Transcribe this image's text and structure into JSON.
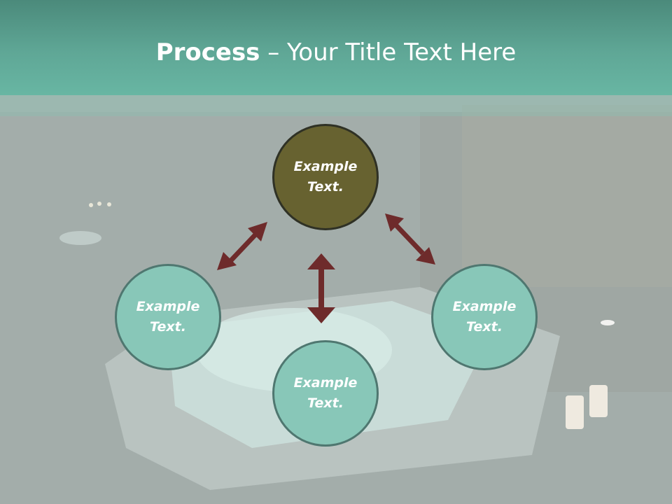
{
  "slide": {
    "title_bold": "Process",
    "title_rest": " – Your Title Text Here"
  },
  "diagram": {
    "nodes": [
      {
        "id": "top",
        "line1": "Example",
        "line2": "Text."
      },
      {
        "id": "left",
        "line1": "Example",
        "line2": "Text."
      },
      {
        "id": "right",
        "line1": "Example",
        "line2": "Text."
      },
      {
        "id": "bottom",
        "line1": "Example",
        "line2": "Text."
      }
    ]
  },
  "colors": {
    "header": "#5fa796",
    "node_fill": "#88c7b8",
    "node_highlight": "#676230",
    "arrow": "#6e2b2b"
  }
}
